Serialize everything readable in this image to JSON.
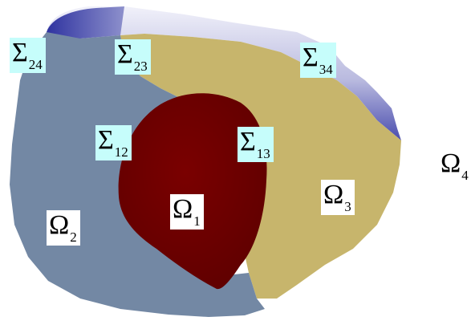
{
  "regions": [
    {
      "id": "omega-1",
      "symbol": "Ω",
      "sub": "1",
      "color": "#6b0000"
    },
    {
      "id": "omega-2",
      "symbol": "Ω",
      "sub": "2",
      "color": "#7388a4"
    },
    {
      "id": "omega-3",
      "symbol": "Ω",
      "sub": "3",
      "color": "#c7b56c"
    },
    {
      "id": "omega-4",
      "symbol": "Ω",
      "sub": "4"
    }
  ],
  "interfaces": [
    {
      "id": "sigma-24",
      "symbol": "Σ",
      "sub": "24"
    },
    {
      "id": "sigma-23",
      "symbol": "Σ",
      "sub": "23"
    },
    {
      "id": "sigma-34",
      "symbol": "Σ",
      "sub": "34"
    },
    {
      "id": "sigma-12",
      "symbol": "Σ",
      "sub": "12"
    },
    {
      "id": "sigma-13",
      "symbol": "Σ",
      "sub": "13"
    }
  ],
  "colors": {
    "top_rim_light": "#e6e6f2",
    "top_rim_dark": "#4a4dae",
    "label_highlight": "#c6fdfb"
  }
}
